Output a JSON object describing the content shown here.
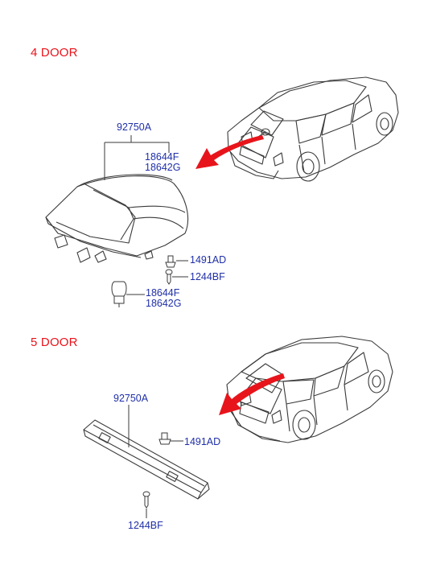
{
  "colors": {
    "section_title": "#e8141b",
    "part_label": "#1f2fa8",
    "drawing_line": "#3a3a3a",
    "arrow": "#e8141b"
  },
  "sections": [
    {
      "title": "4 DOOR",
      "labels": {
        "assembly": "92750A",
        "bulb_socket_a": "18644F",
        "bulb_socket_b": "18642G",
        "grommet": "1491AD",
        "screw": "1244BF",
        "bulb_a": "18644F",
        "bulb_b": "18642G"
      }
    },
    {
      "title": "5 DOOR",
      "labels": {
        "assembly": "92750A",
        "grommet": "1491AD",
        "screw": "1244BF"
      }
    }
  ]
}
